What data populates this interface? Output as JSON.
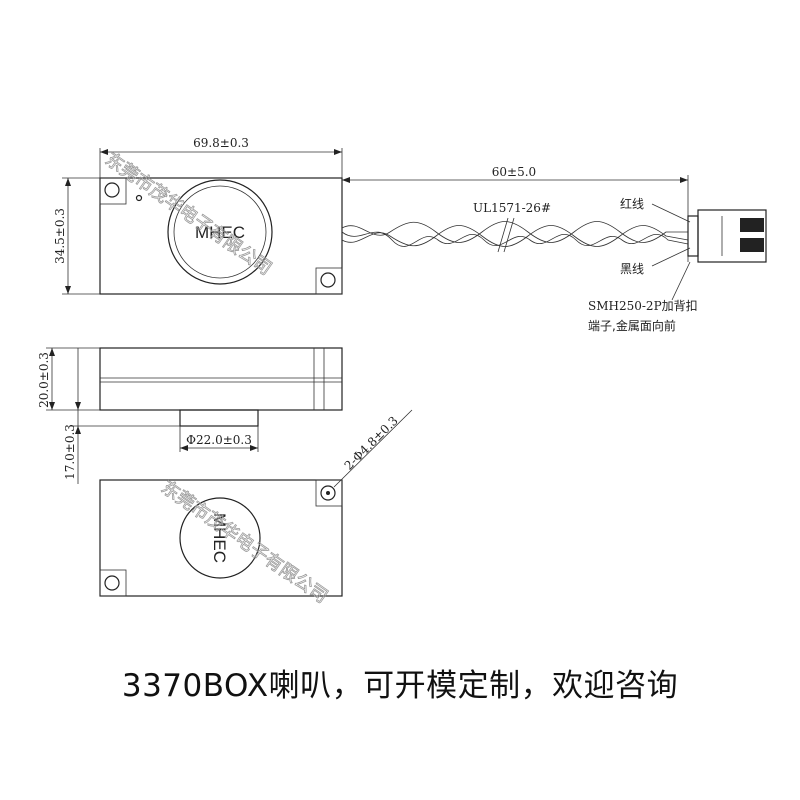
{
  "drawing": {
    "top_view": {
      "width_dim": "69.8±0.3",
      "height_dim": "34.5±0.3",
      "brand": "MHEC",
      "cable_length_dim": "60±5.0",
      "cable_spec": "UL1571-26#",
      "red_wire": "红线",
      "black_wire": "黑线",
      "connector_note_line1": "SMH250-2P加背扣",
      "connector_note_line2": "端子,金属面向前"
    },
    "side_view": {
      "body_height_dim": "20.0±0.3",
      "boss_height_dim": "17.0±0.3",
      "boss_diameter_dim": "Φ22.0±0.3"
    },
    "bottom_view": {
      "brand": "MHEC",
      "hole_dim": "2-Φ4.8±0.3"
    },
    "watermark": "东莞市茂华电子有限公司"
  },
  "caption": "3370BOX喇叭，可开模定制，欢迎咨询"
}
